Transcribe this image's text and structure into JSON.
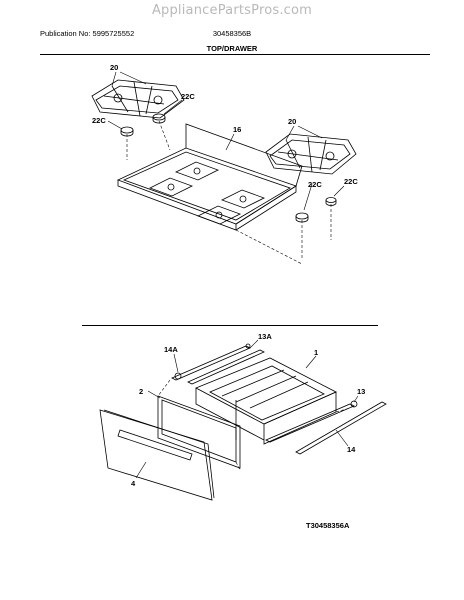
{
  "watermark": "AppliancePartsPros.com",
  "header": {
    "publication": "Publication No: 5995725552",
    "part_number": "30458356B",
    "section_title": "TOP/DRAWER"
  },
  "callouts": {
    "grate_left": "20",
    "cap_left_a": "22C",
    "cap_left_b": "22C",
    "cooktop": "16",
    "grate_right": "20",
    "cap_right_a": "22C",
    "cap_right_b": "22C",
    "rail_left": "14A",
    "rail_left_b": "13A",
    "drawer": "1",
    "liner": "2",
    "glide_right": "13",
    "rail_right": "14",
    "front_panel": "4"
  },
  "figure_code": "T30458356A"
}
